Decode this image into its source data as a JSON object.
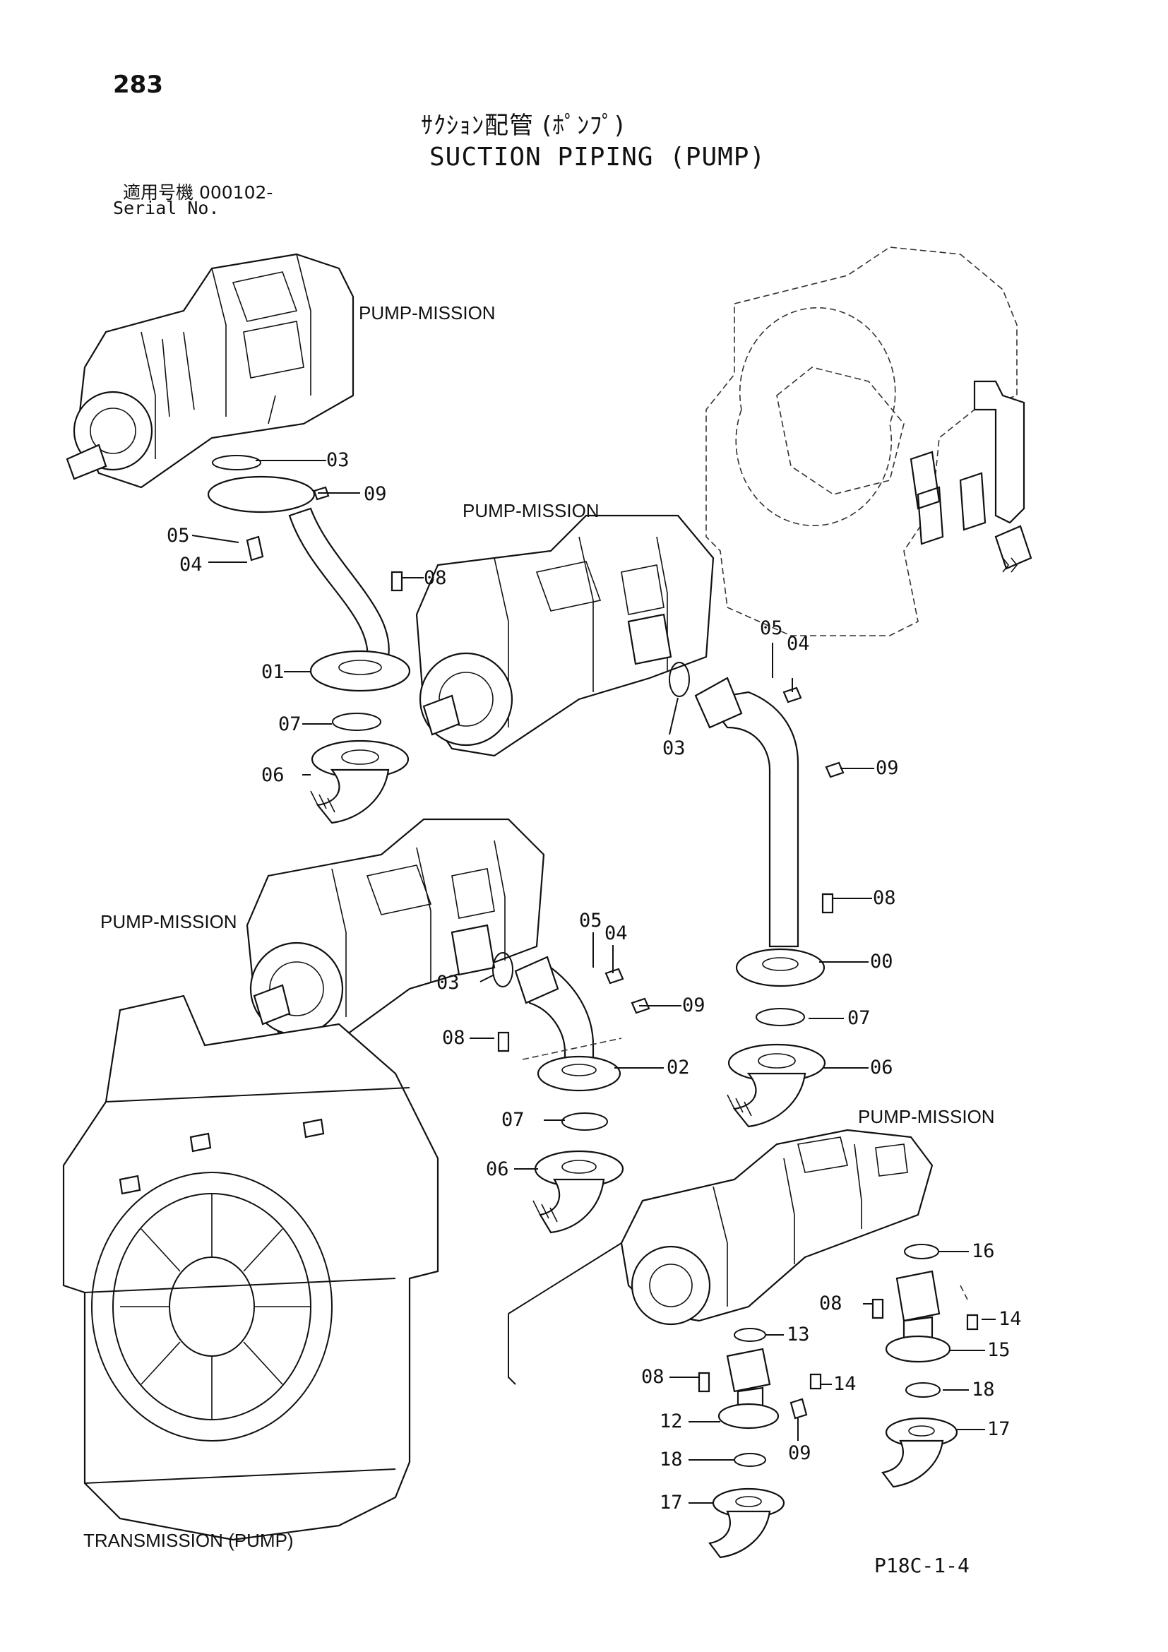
{
  "header": {
    "page_number": "283",
    "title_ja": "ｻｸｼｮﾝ配管 (ﾎﾟﾝﾌﾟ)",
    "title_en": "SUCTION PIPING (PUMP)",
    "serial_ja": "適用号機  000102-",
    "serial_en": "Serial No."
  },
  "component_labels": {
    "pump_mission_1": "PUMP-MISSION",
    "pump_mission_2": "PUMP-MISSION",
    "pump_mission_3": "PUMP-MISSION",
    "pump_mission_4": "PUMP-MISSION",
    "transmission": "TRANSMISSION (PUMP)"
  },
  "callouts": {
    "c01": "01",
    "c03a": "03",
    "c09a": "09",
    "c05a": "05",
    "c04a": "04",
    "c08a": "08",
    "c07a": "07",
    "c06a": "06",
    "c03b": "03",
    "c05b": "05",
    "c04b": "04",
    "c09b": "09",
    "c08b": "08",
    "c00": "00",
    "c07b": "07",
    "c06b": "06",
    "c05c": "05",
    "c04c": "04",
    "c03c": "03",
    "c09c": "09",
    "c08c": "08",
    "c02": "02",
    "c07c": "07",
    "c06c": "06",
    "c16": "16",
    "c08d": "08",
    "c14a": "14",
    "c15": "15",
    "c13": "13",
    "c08e": "08",
    "c14b": "14",
    "c18a": "18",
    "c12": "12",
    "c17a": "17",
    "c09d": "09",
    "c18b": "18",
    "c17b": "17"
  },
  "footer": {
    "figure_code": "P18C-1-4"
  }
}
